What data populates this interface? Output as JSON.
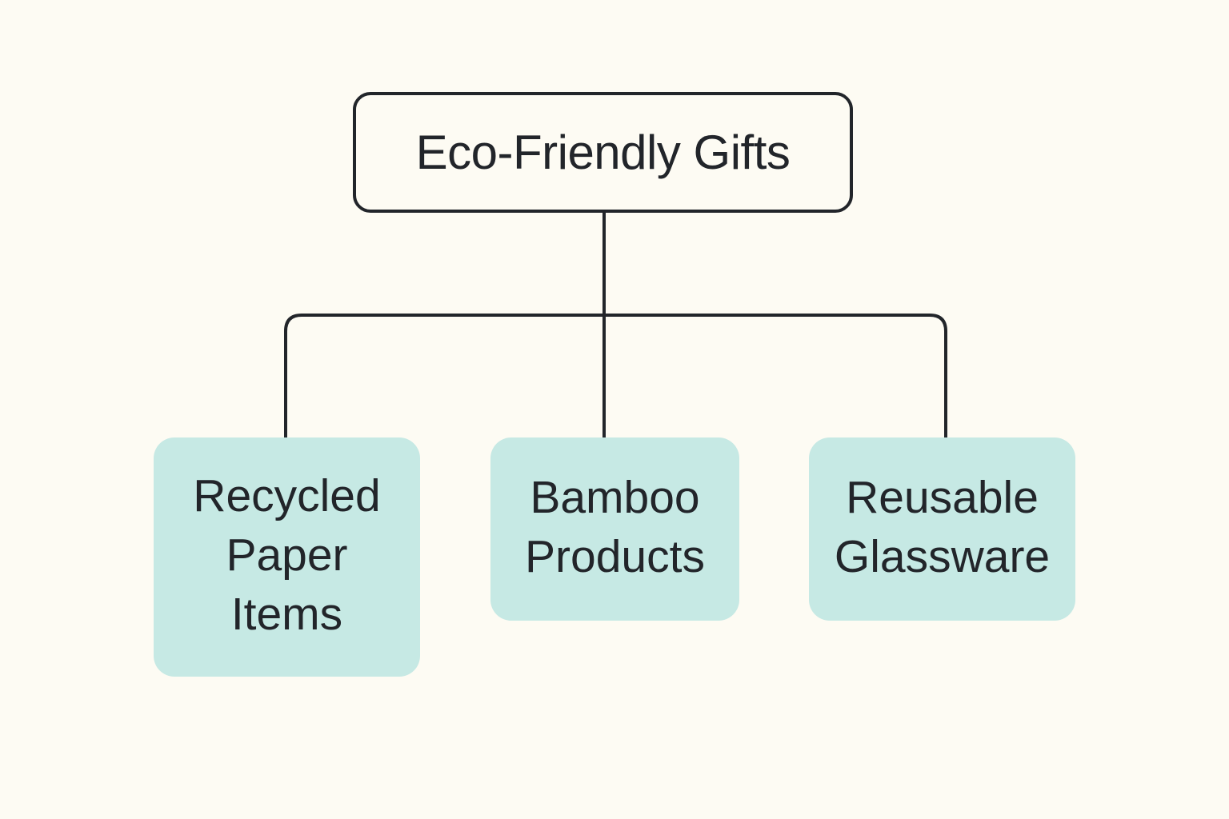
{
  "diagram": {
    "root": {
      "label": "Eco-Friendly Gifts"
    },
    "children": [
      {
        "lines": [
          "Recycled",
          "Paper",
          "Items"
        ]
      },
      {
        "lines": [
          "Bamboo",
          "Products"
        ]
      },
      {
        "lines": [
          "Reusable",
          "Glassware"
        ]
      }
    ],
    "colors": {
      "background": "#fdfbf3",
      "line": "#22252a",
      "child_fill": "#c6e9e4",
      "text": "#22252a"
    }
  }
}
